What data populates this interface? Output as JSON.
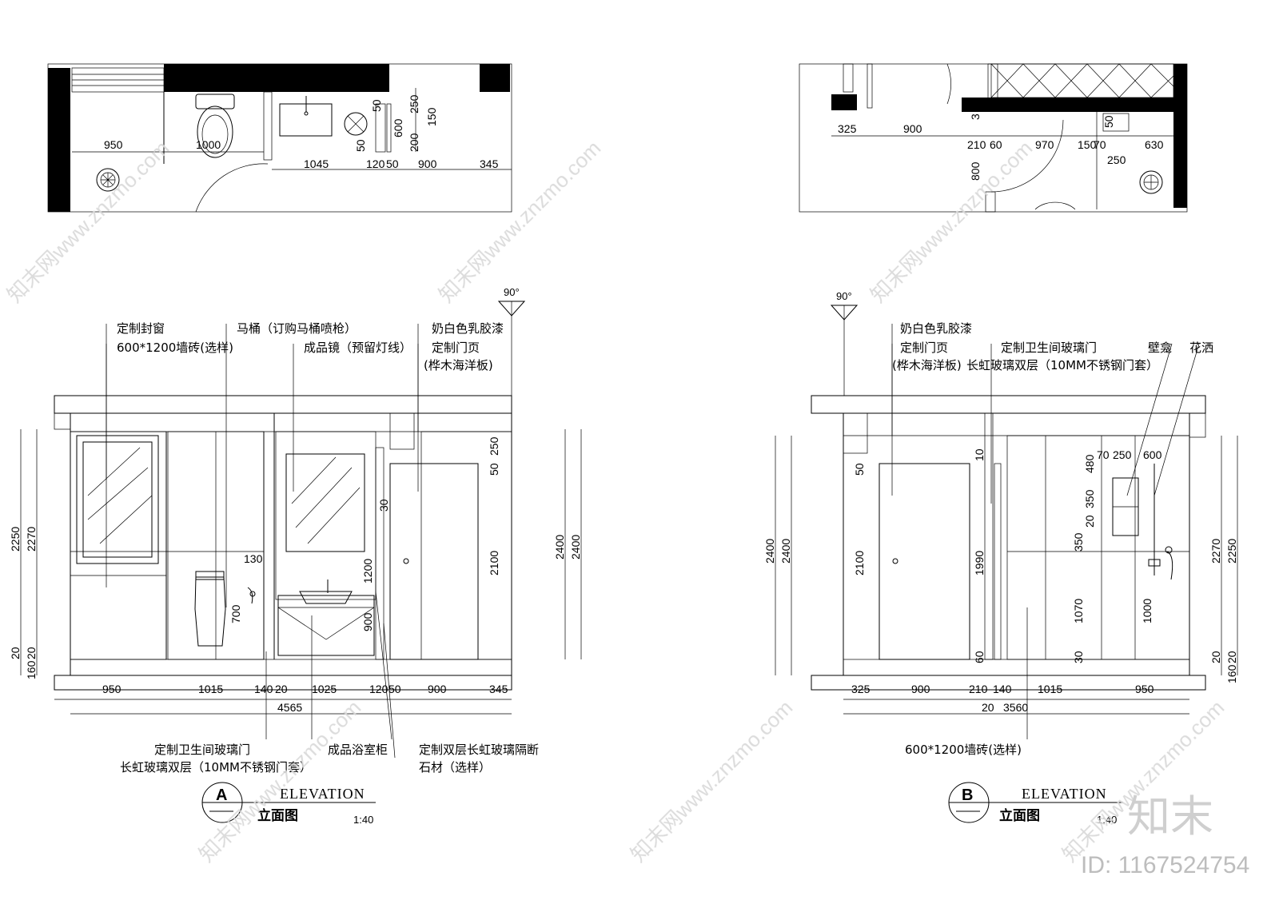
{
  "plan_a": {
    "dims": [
      "950",
      "1000",
      "1045",
      "120",
      "50",
      "900",
      "345",
      "250",
      "600",
      "150",
      "200",
      "50",
      "50"
    ]
  },
  "plan_b": {
    "dims": [
      "325",
      "900",
      "210",
      "60",
      "970",
      "150",
      "70",
      "630",
      "250",
      "800",
      "3",
      "50"
    ]
  },
  "elev_a": {
    "labels": {
      "window": "定制封窗",
      "tile": "600*1200墙砖(选样)",
      "toilet": "马桶（订购马桶喷枪）",
      "mirror": "成品镜（预留灯线）",
      "paint": "奶白色乳胶漆",
      "door": "定制门页",
      "door_material": "(桦木海洋板)",
      "glass_door": "定制卫生间玻璃门",
      "glass_layer": "长虹玻璃双层（10MM不锈钢门套）",
      "cabinet": "成品浴室柜",
      "partition": "定制双层长虹玻璃隔断",
      "stone": "石材（选样）"
    },
    "level_mark": "90°",
    "bottom_dims": [
      "950",
      "1015",
      "140",
      "20",
      "1025",
      "120",
      "50",
      "900",
      "345"
    ],
    "total": "4565",
    "left_dims": [
      "2250",
      "2270",
      "20",
      "20",
      "160"
    ],
    "right_dims": [
      "2400",
      "2400"
    ],
    "inner_dims": [
      "50",
      "250",
      "2100",
      "30",
      "1200",
      "900",
      "130",
      "700"
    ],
    "title": {
      "letter": "A",
      "en": "ELEVATION",
      "cn": "立面图",
      "scale": "1:40"
    }
  },
  "elev_b": {
    "labels": {
      "paint": "奶白色乳胶漆",
      "door": "定制门页",
      "door_material": "(桦木海洋板)",
      "glass_door": "定制卫生间玻璃门",
      "glass_layer": "长虹玻璃双层（10MM不锈钢门套）",
      "niche": "壁龛",
      "shower": "花洒",
      "tile": "600*1200墙砖(选样)"
    },
    "level_mark": "90°",
    "bottom_dims": [
      "325",
      "900",
      "210",
      "140",
      "1015",
      "950"
    ],
    "small_dim": "20",
    "total": "3560",
    "left_dims": [
      "2400",
      "2400"
    ],
    "right_dims": [
      "2270",
      "2250",
      "20",
      "20",
      "160"
    ],
    "inner_dims": [
      "50",
      "2100",
      "1990",
      "10",
      "60",
      "70",
      "250",
      "600",
      "480",
      "350",
      "20",
      "350",
      "1070",
      "1000",
      "30"
    ],
    "title": {
      "letter": "B",
      "en": "ELEVATION",
      "cn": "立面图",
      "scale": "1:40"
    }
  },
  "watermark": {
    "text": "知末网www.znzmo.com",
    "logo": "知末",
    "id": "ID: 1167524754"
  }
}
